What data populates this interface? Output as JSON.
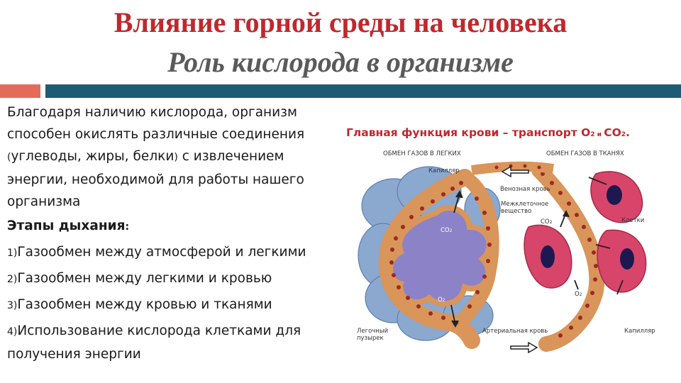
{
  "slide": {
    "title": "Влияние горной среды на человека",
    "subtitle": "Роль кислорода в организме"
  },
  "body_text": {
    "paragraph_part1": "Благодаря наличию кислорода, организм способен окислять различные соединения ",
    "paragraph_paren_open": "(",
    "paragraph_part2": "углеводы, жиры, белки",
    "paragraph_paren_close": ")",
    "paragraph_part3": " с извлечением энергии, необходимой для работы нашего организма",
    "stages_heading": "Этапы дыхания",
    "stages_colon": ":",
    "stages": [
      {
        "num": "1)",
        "text": "Газообмен между атмосферой и легкими"
      },
      {
        "num": "2)",
        "text": "Газообмен между легкими и кровью"
      },
      {
        "num": "3)",
        "text": "Газообмен между кровью и тканями"
      },
      {
        "num": "4)",
        "text": "Использование кислорода клетками для получения энергии"
      }
    ]
  },
  "figure": {
    "title_main": "Главная функция крови – транспорт О",
    "title_sub2": "2",
    "title_and": " и ",
    "title_co": "СО",
    "title_end": ".",
    "header_left": "ОБМЕН ГАЗОВ В ЛЕГКИХ",
    "header_right": "ОБМЕН ГАЗОВ В ТКАНЯХ",
    "labels": {
      "capillary_top": "Капилляр",
      "venous_blood": "Венозная кровь",
      "intercellular_line1": "Межклеточное",
      "intercellular_line2": "вещество",
      "co2_tissue": "СО",
      "co2_alveolus": "СО",
      "cells": "Клетки",
      "o2_alveolus": "О",
      "o2_tissue": "О",
      "lung_vesicle_line1": "Легочный",
      "lung_vesicle_line2": "пузырек",
      "arterial_blood": "Артериальная кровь",
      "capillary_bottom": "Капилляр",
      "subscript": "2"
    },
    "colors": {
      "blood": "#d9955a",
      "blood_cell": "#9c2a22",
      "alveolus": "#8c82c8",
      "lung_lobes": "#8ba8cf",
      "tissue_cell": "#d8456a",
      "nucleus": "#1e1850"
    }
  }
}
